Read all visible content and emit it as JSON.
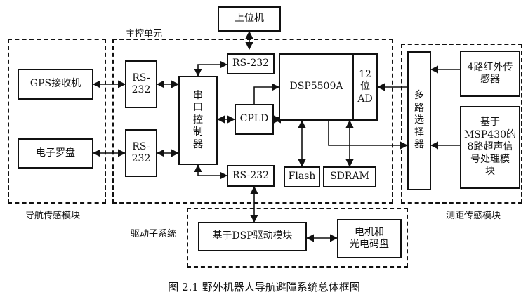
{
  "diagram": {
    "groups": {
      "nav": "导航传感模块",
      "main": "主控单元",
      "range": "测距传感模块",
      "drive": "驱动子系统"
    },
    "blocks": {
      "host": "上位机",
      "gps": "GPS接收机",
      "compass": "电子罗盘",
      "rs232_a": "RS-\n232",
      "rs232_b": "RS-\n232",
      "rs232_top": "RS-232",
      "rs232_bottom": "RS-232",
      "serial_ctrl": "串\n口\n控\n制\n器",
      "cpld": "CPLD",
      "dsp": "DSP5509A",
      "ad": "12\n位\nAD",
      "flash": "Flash",
      "sdram": "SDRAM",
      "mux": "多\n路\n选\n择\n器",
      "ir": "4路红外传\n感器",
      "ultra": "基于\nMSP430的\n8路超声信\n号处理模\n块",
      "dsp_drive": "基于DSP驱动模块",
      "motor": "电机和\n光电码盘"
    }
  },
  "caption": "图 2.1  野外机器人导航避障系统总体框图"
}
